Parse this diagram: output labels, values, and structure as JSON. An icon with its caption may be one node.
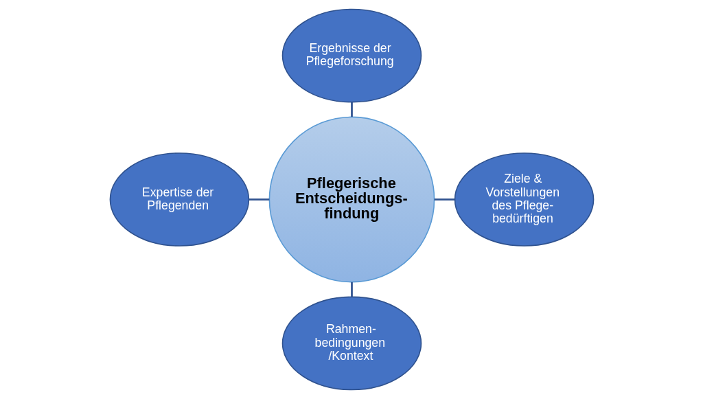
{
  "diagram": {
    "nodes": [
      {
        "text": [
          "Ergebnisse der Pflegeforschung"
        ]
      },
      {
        "text": [
          "Expertise der Pflegenden"
        ]
      },
      {
        "text": [
          "Pflegerische Entscheidungs- findung"
        ]
      },
      {
        "text": [
          "Ziele & Vorstellungen des Pflege- bedürftigen"
        ]
      },
      {
        "text": [
          "Rahmen- bedingungen /Kontext"
        ]
      }
    ],
    "edges": [
      {
        "from": 0,
        "to": 2,
        "arrow": "none"
      },
      {
        "from": 1,
        "to": 2,
        "arrow": "none"
      },
      {
        "from": 2,
        "to": 3,
        "arrow": "none"
      },
      {
        "from": 2,
        "to": 4,
        "arrow": "none"
      }
    ]
  }
}
